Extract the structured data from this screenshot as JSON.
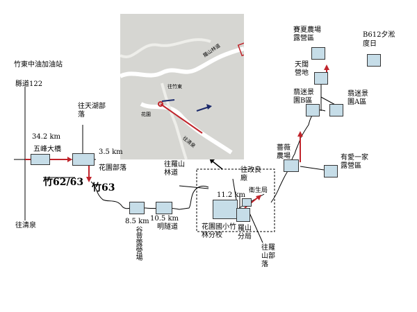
{
  "labels": {
    "zhudong_gas": "竹東中油加油站",
    "county_road": "縣道122",
    "to_tianhu": "往天湖部落",
    "km_34_2": "34.2 km",
    "wufeng_bridge": "五峰大橋",
    "km_3_5": "3.5 km",
    "huayuan_tribe": "花園部落",
    "route_62_63": "竹62/63",
    "route_63": "竹63",
    "to_qingquan": "往清泉",
    "km_8_5": "8.5 km",
    "gusu_camp": "谷荳露營場",
    "km_10_5": "10.5 km",
    "mingsuidao": "明隧道",
    "to_luoshan_forest": "往羅山林道",
    "to_gaiming_liangchang": "往改良廠",
    "health_bureau": "衛生局",
    "km_11_2": "11.2 km",
    "huayuan_school": "花園國小竹林分校",
    "luoshan_branch": "羅山分局",
    "to_luoshan_tribe": "往羅山部落",
    "qiangwei_farm": "薔薇農場",
    "youai_camp": "有愛一家露營區",
    "saixia_farm": "賽夏農場露營區",
    "tiankuo_camp": "天闊營地",
    "cuimijing_b": "翡迷景園B區",
    "cuimijing_a": "翡迷景園A區",
    "b612": "B612夕淞度日"
  },
  "inset_labels": {
    "road_a": "羅山林道",
    "road_b": "往竹東",
    "road_c": "花園",
    "road_d": "往清泉"
  },
  "colors": {
    "route_red": "#c0242b",
    "box_fill": "#c6dde8",
    "arrow_navy": "#1c2a6b",
    "inset_bg": "#d6d6d2"
  }
}
